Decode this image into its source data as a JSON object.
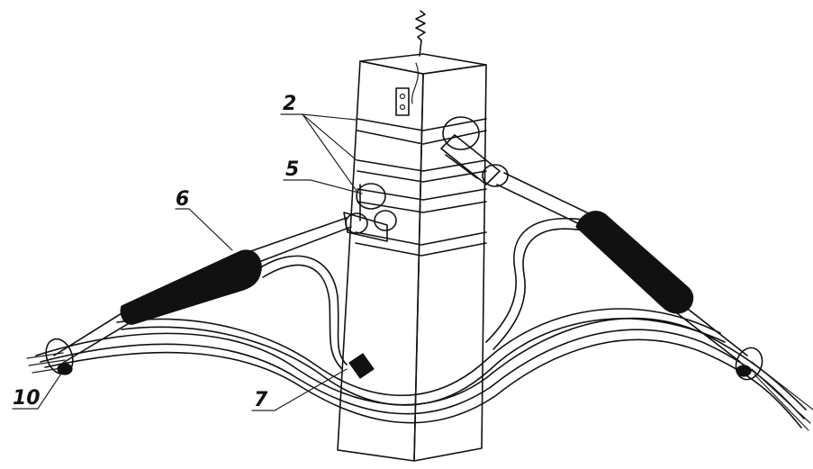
{
  "labels": {
    "l2": "2",
    "l5": "5",
    "l6": "6",
    "l7": "7",
    "l10": "10"
  },
  "colors": {
    "ink": "#111111",
    "paper": "#ffffff"
  }
}
